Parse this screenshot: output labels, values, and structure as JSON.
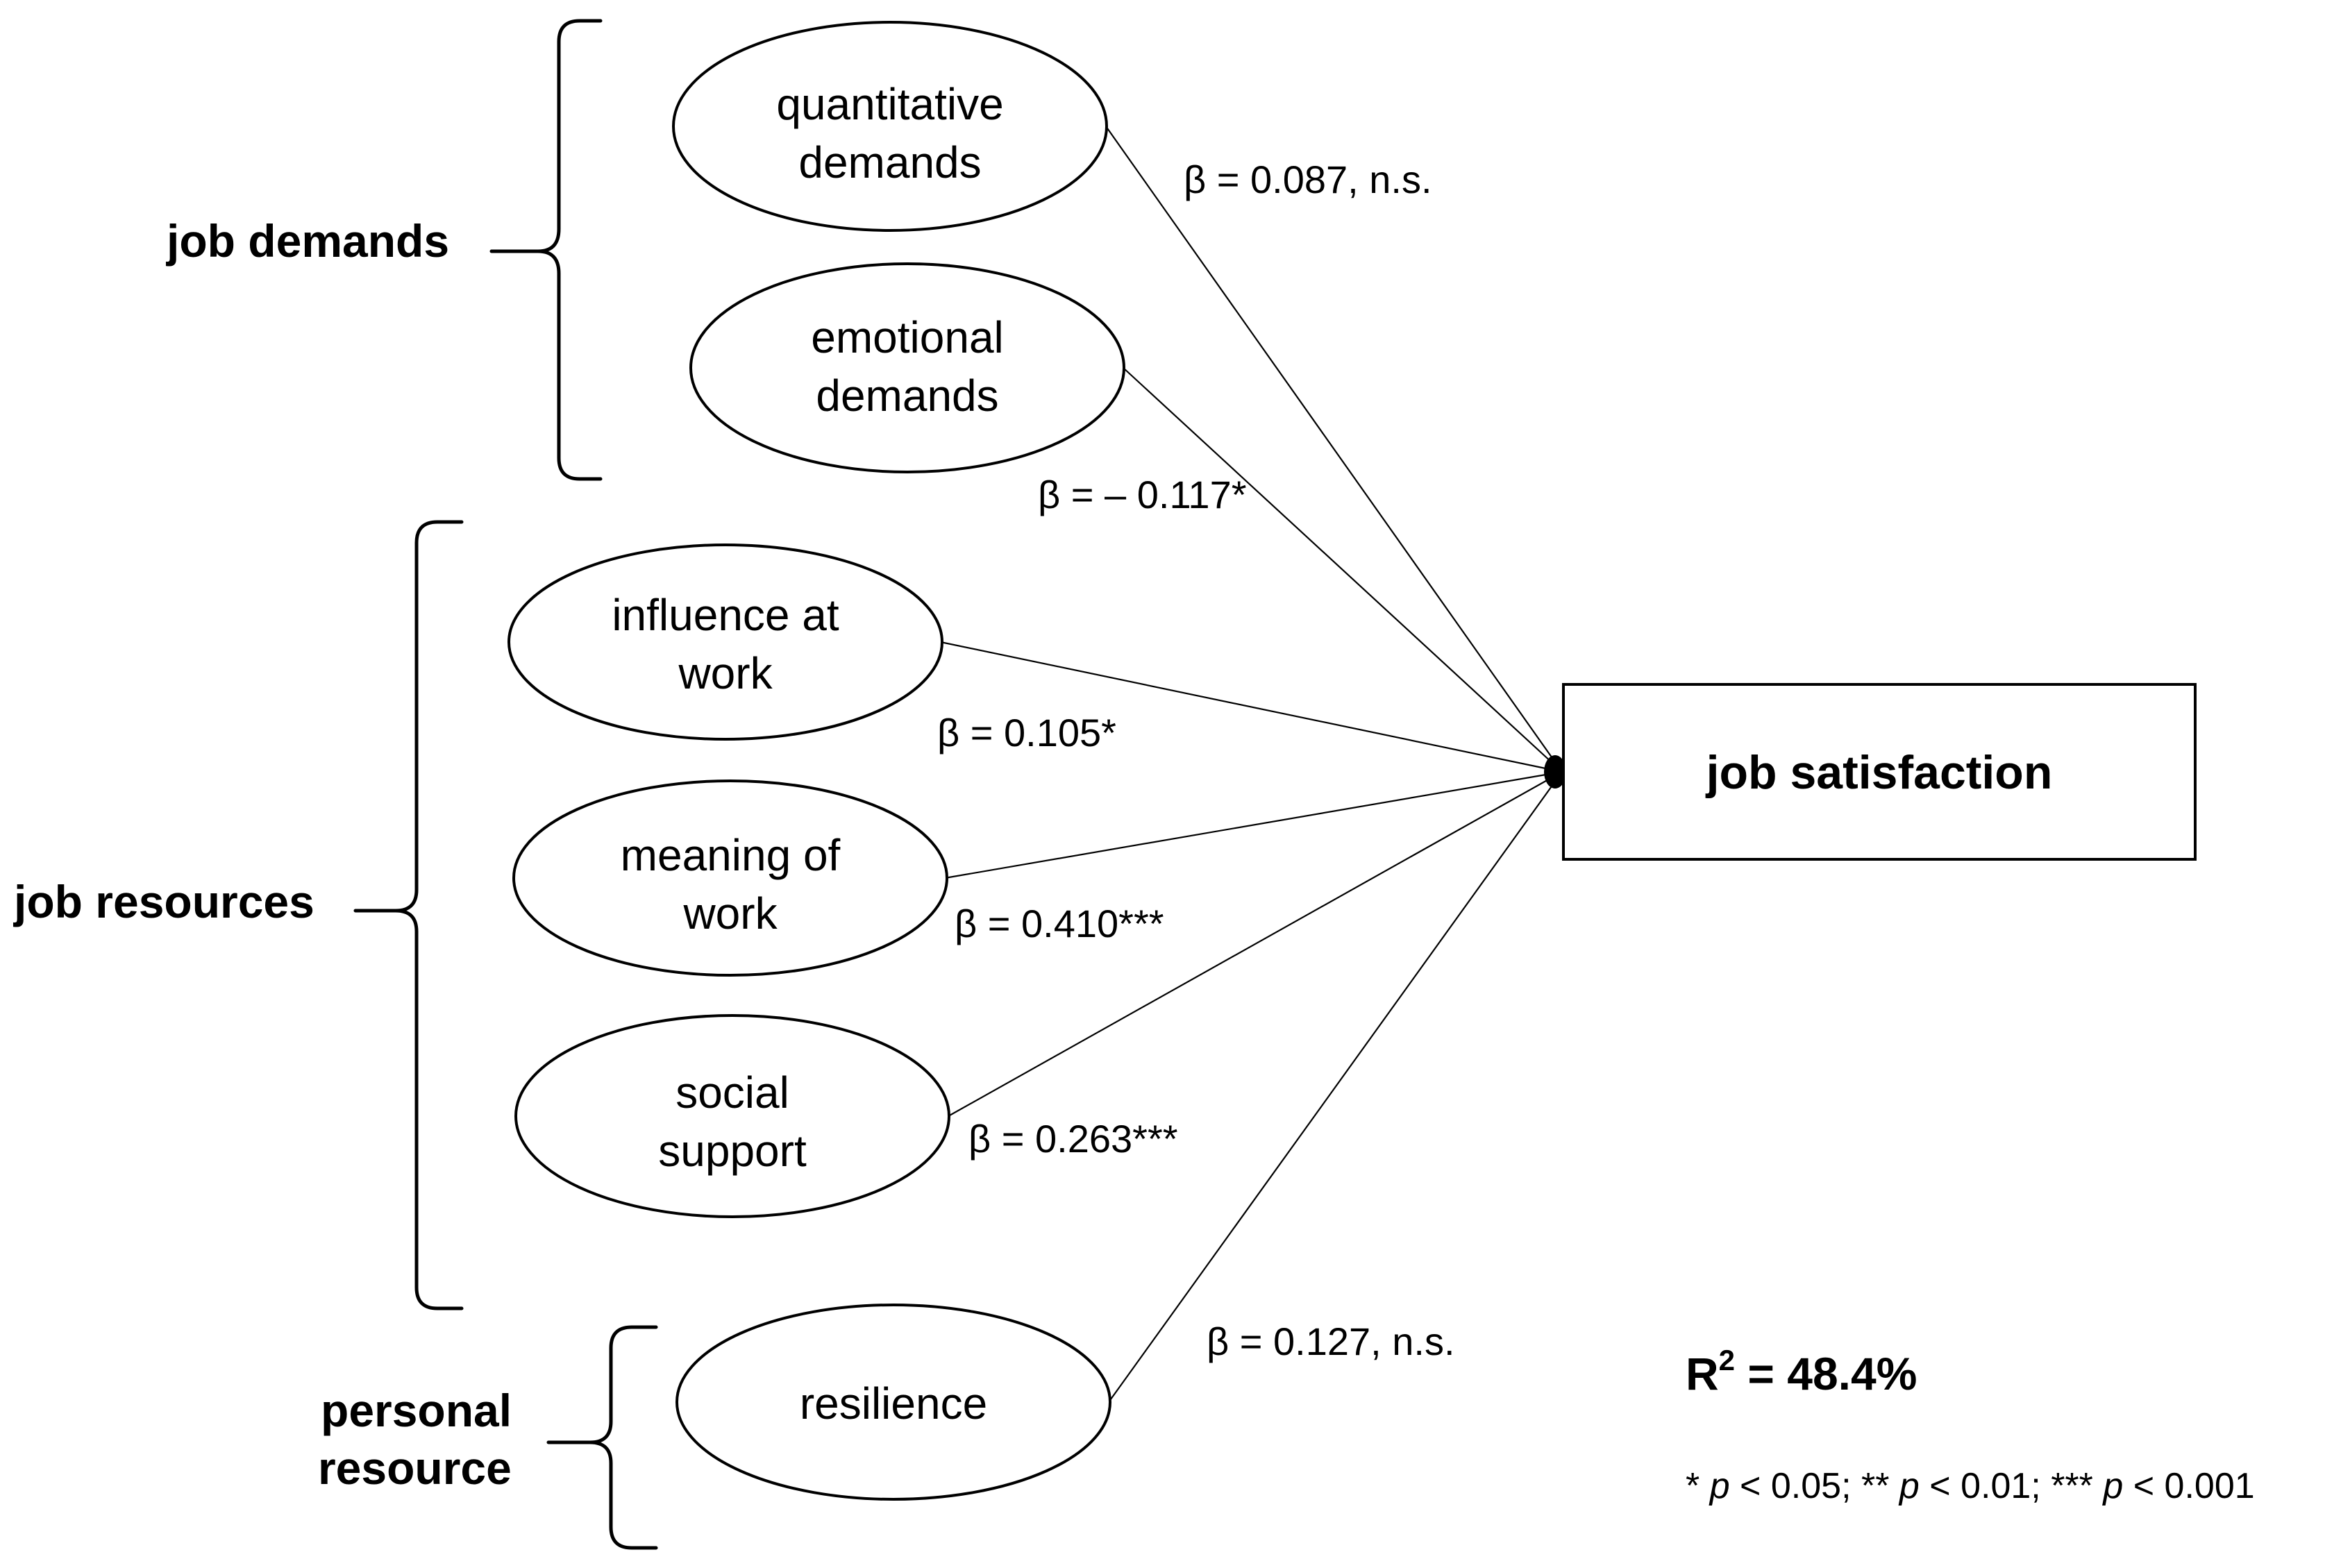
{
  "groups": {
    "demands": {
      "label": "job demands"
    },
    "resources": {
      "label": "job resources"
    },
    "personal": {
      "label_line1": "personal",
      "label_line2": "resource"
    }
  },
  "nodes": {
    "quantitative": {
      "line1": "quantitative",
      "line2": "demands"
    },
    "emotional": {
      "line1": "emotional",
      "line2": "demands"
    },
    "influence": {
      "line1": "influence at",
      "line2": "work"
    },
    "meaning": {
      "line1": "meaning of",
      "line2": "work"
    },
    "social": {
      "line1": "social",
      "line2": "support"
    },
    "resilience": {
      "line1": "resilience"
    }
  },
  "target": {
    "label": "job satisfaction"
  },
  "edges": {
    "quantitative": "β = 0.087, n.s.",
    "emotional": "β = – 0.117*",
    "influence": "β = 0.105*",
    "meaning": "β = 0.410***",
    "social": "β = 0.263***",
    "resilience": "β = 0.127, n.s."
  },
  "r2": {
    "prefix": "R",
    "sup": "2",
    "suffix": " = 48.4%"
  },
  "footnote": {
    "s1": "* ",
    "p1": "p",
    "t1": " < 0.05; ** ",
    "p2": "p",
    "t2": " < 0.01; *** ",
    "p3": "p",
    "t3": " < 0.001"
  }
}
